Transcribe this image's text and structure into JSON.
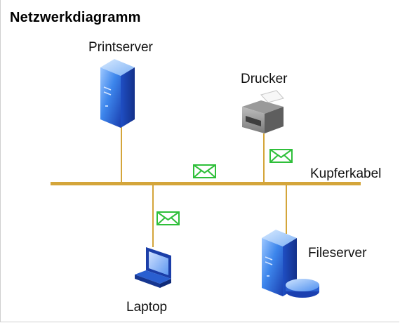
{
  "title": "Netzwerkdiagramm",
  "nodes": {
    "printserver": "Printserver",
    "drucker": "Drucker",
    "fileserver": "Fileserver",
    "laptop": "Laptop"
  },
  "bus_label": "Kupferkabel",
  "colors": {
    "cable": "#d4a53a",
    "envelope": "#2fbf3a",
    "server_blue": "#2b6fd6",
    "printer_gray": "#8c8c8c"
  }
}
